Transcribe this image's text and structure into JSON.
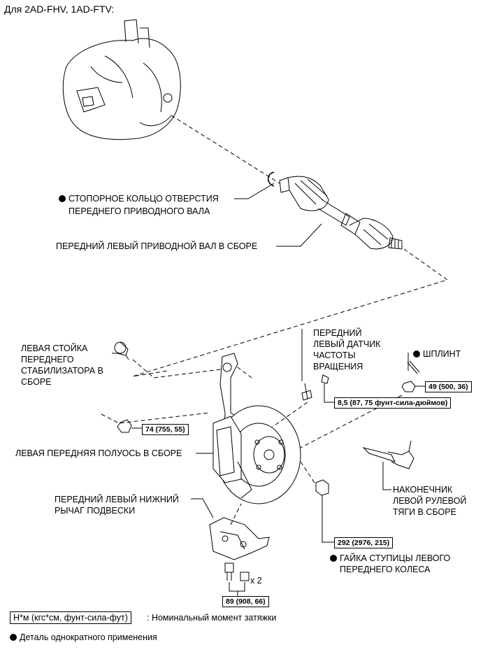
{
  "title": "Для 2AD-FHV, 1AD-FTV:",
  "labels": {
    "snap_ring": [
      "СТОПОРНОЕ КОЛЬЦО ОТВЕРСТИЯ",
      "ПЕРЕДНЕГО ПРИВОДНОГО ВАЛА"
    ],
    "drive_shaft": "ПЕРЕДНИЙ ЛЕВЫЙ ПРИВОДНОЙ ВАЛ В СБОРЕ",
    "stabilizer_link": [
      "ЛЕВАЯ СТОЙКА",
      "ПЕРЕДНЕГО",
      "СТАБИЛИЗАТОРА В",
      "СБОРЕ"
    ],
    "speed_sensor": [
      "ПЕРЕДНИЙ",
      "ЛЕВЫЙ ДАТЧИК",
      "ЧАСТОТЫ",
      "ВРАЩЕНИЯ"
    ],
    "cotter_pin": "ШПЛИНТ",
    "axle_hub": "ЛЕВАЯ ПЕРЕДНЯЯ ПОЛУОСЬ В СБОРЕ",
    "lower_arm": [
      "ПЕРЕДНИЙ ЛЕВЫЙ НИЖНИЙ",
      "РЫЧАГ ПОДВЕСКИ"
    ],
    "tie_rod_end": [
      "НАКОНЕЧНИК",
      "ЛЕВОЙ РУЛЕВОЙ",
      "ТЯГИ В СБОРЕ"
    ],
    "hub_nut": [
      "ГАЙКА СТУПИЦЫ ЛЕВОГО",
      "ПЕРЕДНЕГО КОЛЕСА"
    ],
    "qty": "x 2"
  },
  "torques": {
    "stabilizer_nut": "74 (755, 55)",
    "tie_rod_nut": "49 (500, 36)",
    "sensor_bolt": "8,5 (87, 75 фунт-сила-дюймов)",
    "hub_nut": "292 (2976, 215)",
    "lower_arm_bolt": "89 (908, 66)"
  },
  "legend": {
    "unit_box": "Н*м (кгс*см, фунт-сила-фут)",
    "unit_text": ": Номинальный момент затяжки",
    "non_reusable": "Деталь однократного применения"
  }
}
